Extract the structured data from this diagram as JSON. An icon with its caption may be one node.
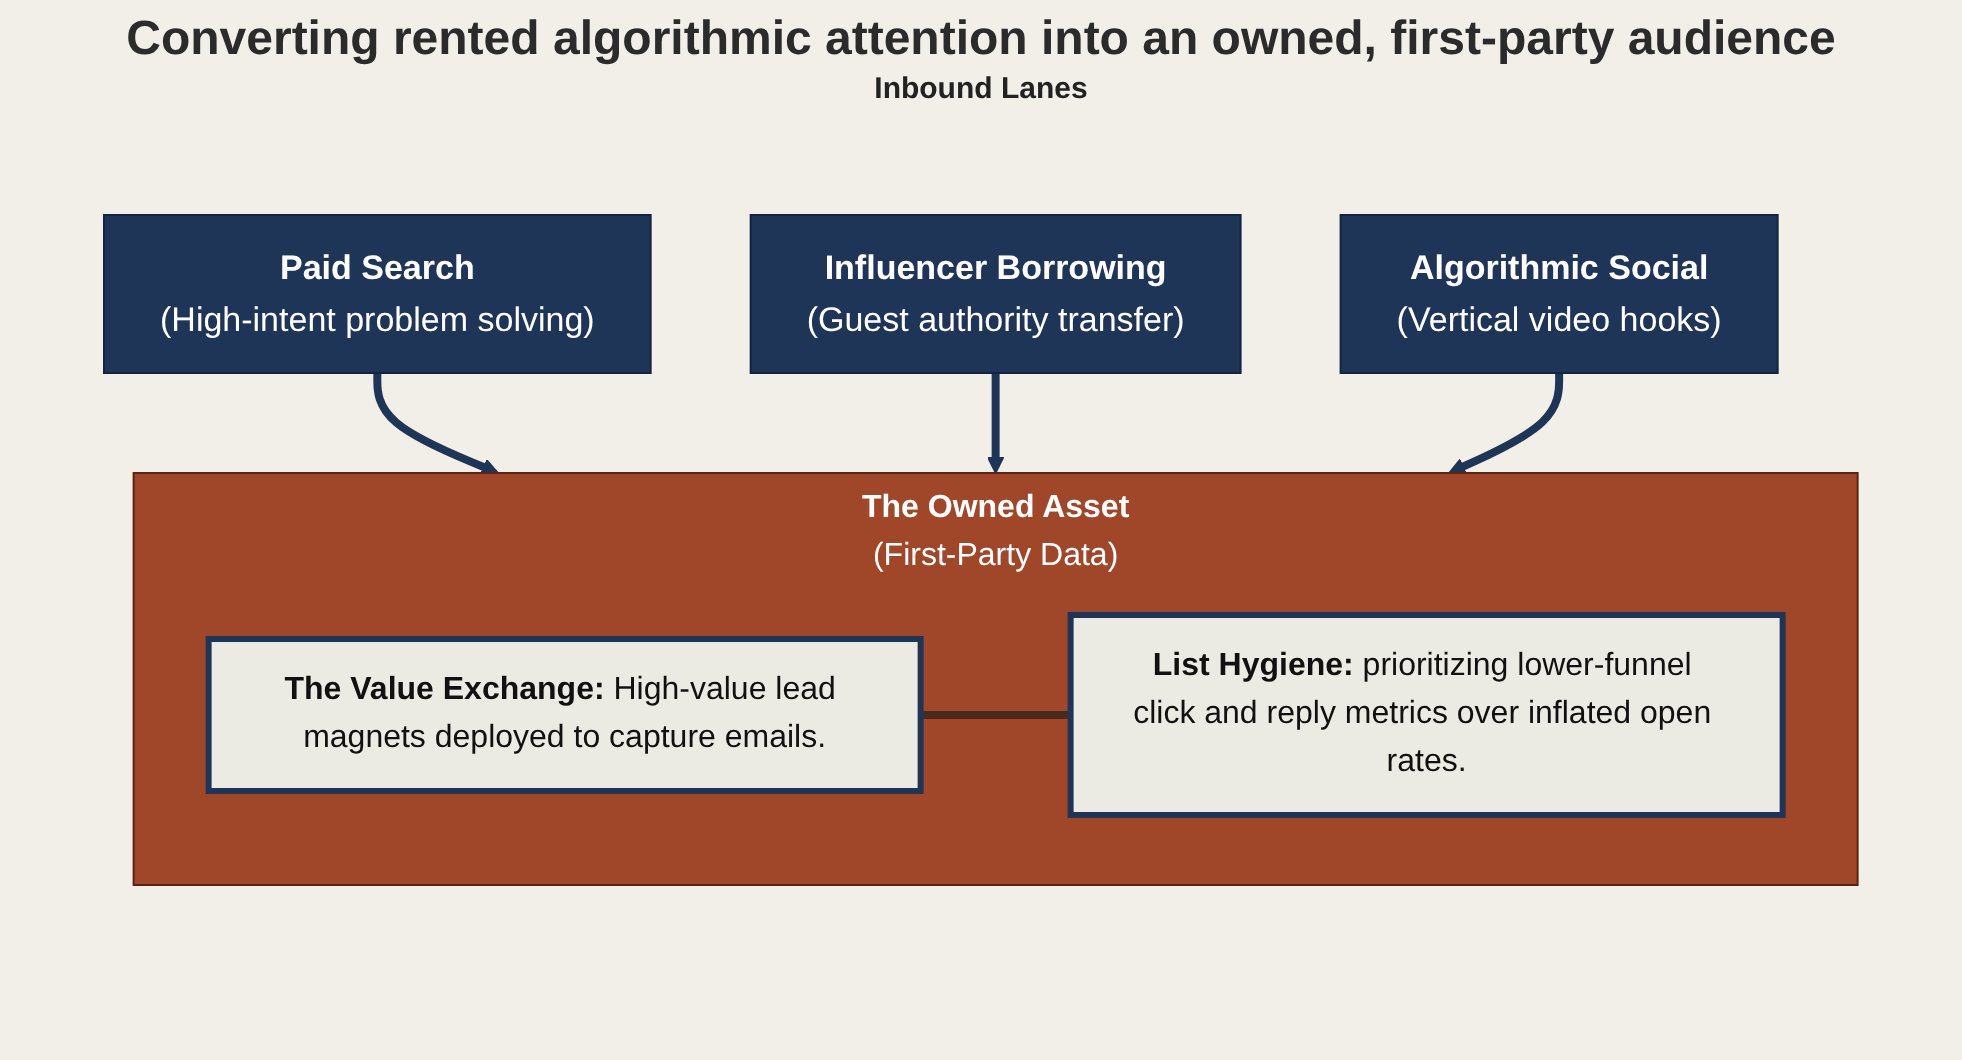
{
  "diagram": {
    "title": "Converting rented algorithmic attention into an owned, first-party audience",
    "nodes": [
      {
        "text": [
          "Paid Search",
          "(High-intent problem solving)"
        ]
      },
      {
        "text": [
          "Influencer Borrowing",
          "(Guest authority transfer)"
        ]
      },
      {
        "text": [
          "Algorithmic Social",
          "(Vertical video hooks)"
        ]
      },
      {
        "text": [
          "The Owned Asset",
          "(First-Party Data)"
        ]
      },
      {
        "text": [
          "**The Value Exchange:** High-value lead magnets deployed to capture emails."
        ],
        "in": 3
      },
      {
        "text": [
          "**List Hygiene:** prioritizing lower-funnel click and reply metrics over inflated open rates."
        ],
        "in": 3
      }
    ],
    "edges": [
      {
        "from": 0,
        "to": 3,
        "arrow": "to"
      },
      {
        "from": 1,
        "to": 3,
        "arrow": "to"
      },
      {
        "from": 2,
        "to": 3,
        "arrow": "to"
      },
      {
        "from": 4,
        "to": 5,
        "arrow": "none",
        "color": "#4a2a1c"
      }
    ],
    "labels": [
      "Inbound Lanes"
    ]
  }
}
